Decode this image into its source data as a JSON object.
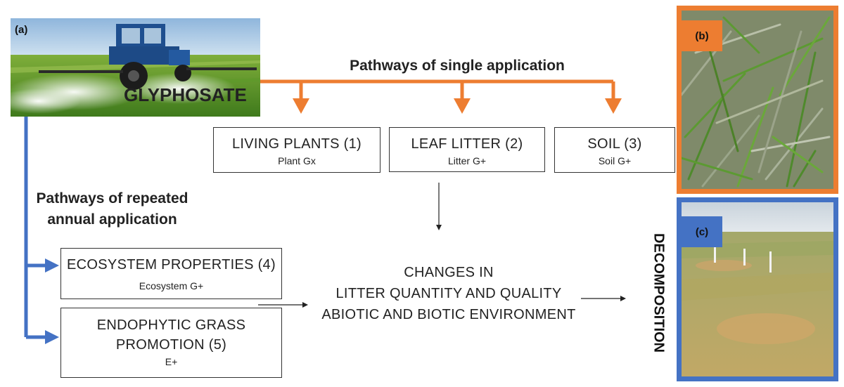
{
  "panels": {
    "a": "(a)",
    "b": "(b)",
    "c": "(c)"
  },
  "glyphosate_label": "GLYPHOSATE",
  "single_title": "Pathways of single application",
  "repeated_title_line1": "Pathways of repeated",
  "repeated_title_line2": "annual application",
  "boxes": {
    "living_plants": {
      "title": "LIVING PLANTS (1)",
      "sub": "Plant Gx"
    },
    "leaf_litter": {
      "title": "LEAF LITTER (2)",
      "sub": "Litter G+"
    },
    "soil": {
      "title": "SOIL (3)",
      "sub": "Soil G+"
    },
    "ecosystem": {
      "title": "ECOSYSTEM PROPERTIES (4)",
      "sub": "Ecosystem G+"
    },
    "endophytic": {
      "title_line1": "ENDOPHYTIC GRASS",
      "title_line2": "PROMOTION (5)",
      "sub": "E+"
    }
  },
  "changes": {
    "line1": "CHANGES IN",
    "line2": "LITTER QUANTITY AND QUALITY",
    "line3": "ABIOTIC AND BIOTIC ENVIRONMENT"
  },
  "decomposition": "DECOMPOSITION",
  "colors": {
    "single": "#ed7d31",
    "repeated": "#4472c4"
  }
}
